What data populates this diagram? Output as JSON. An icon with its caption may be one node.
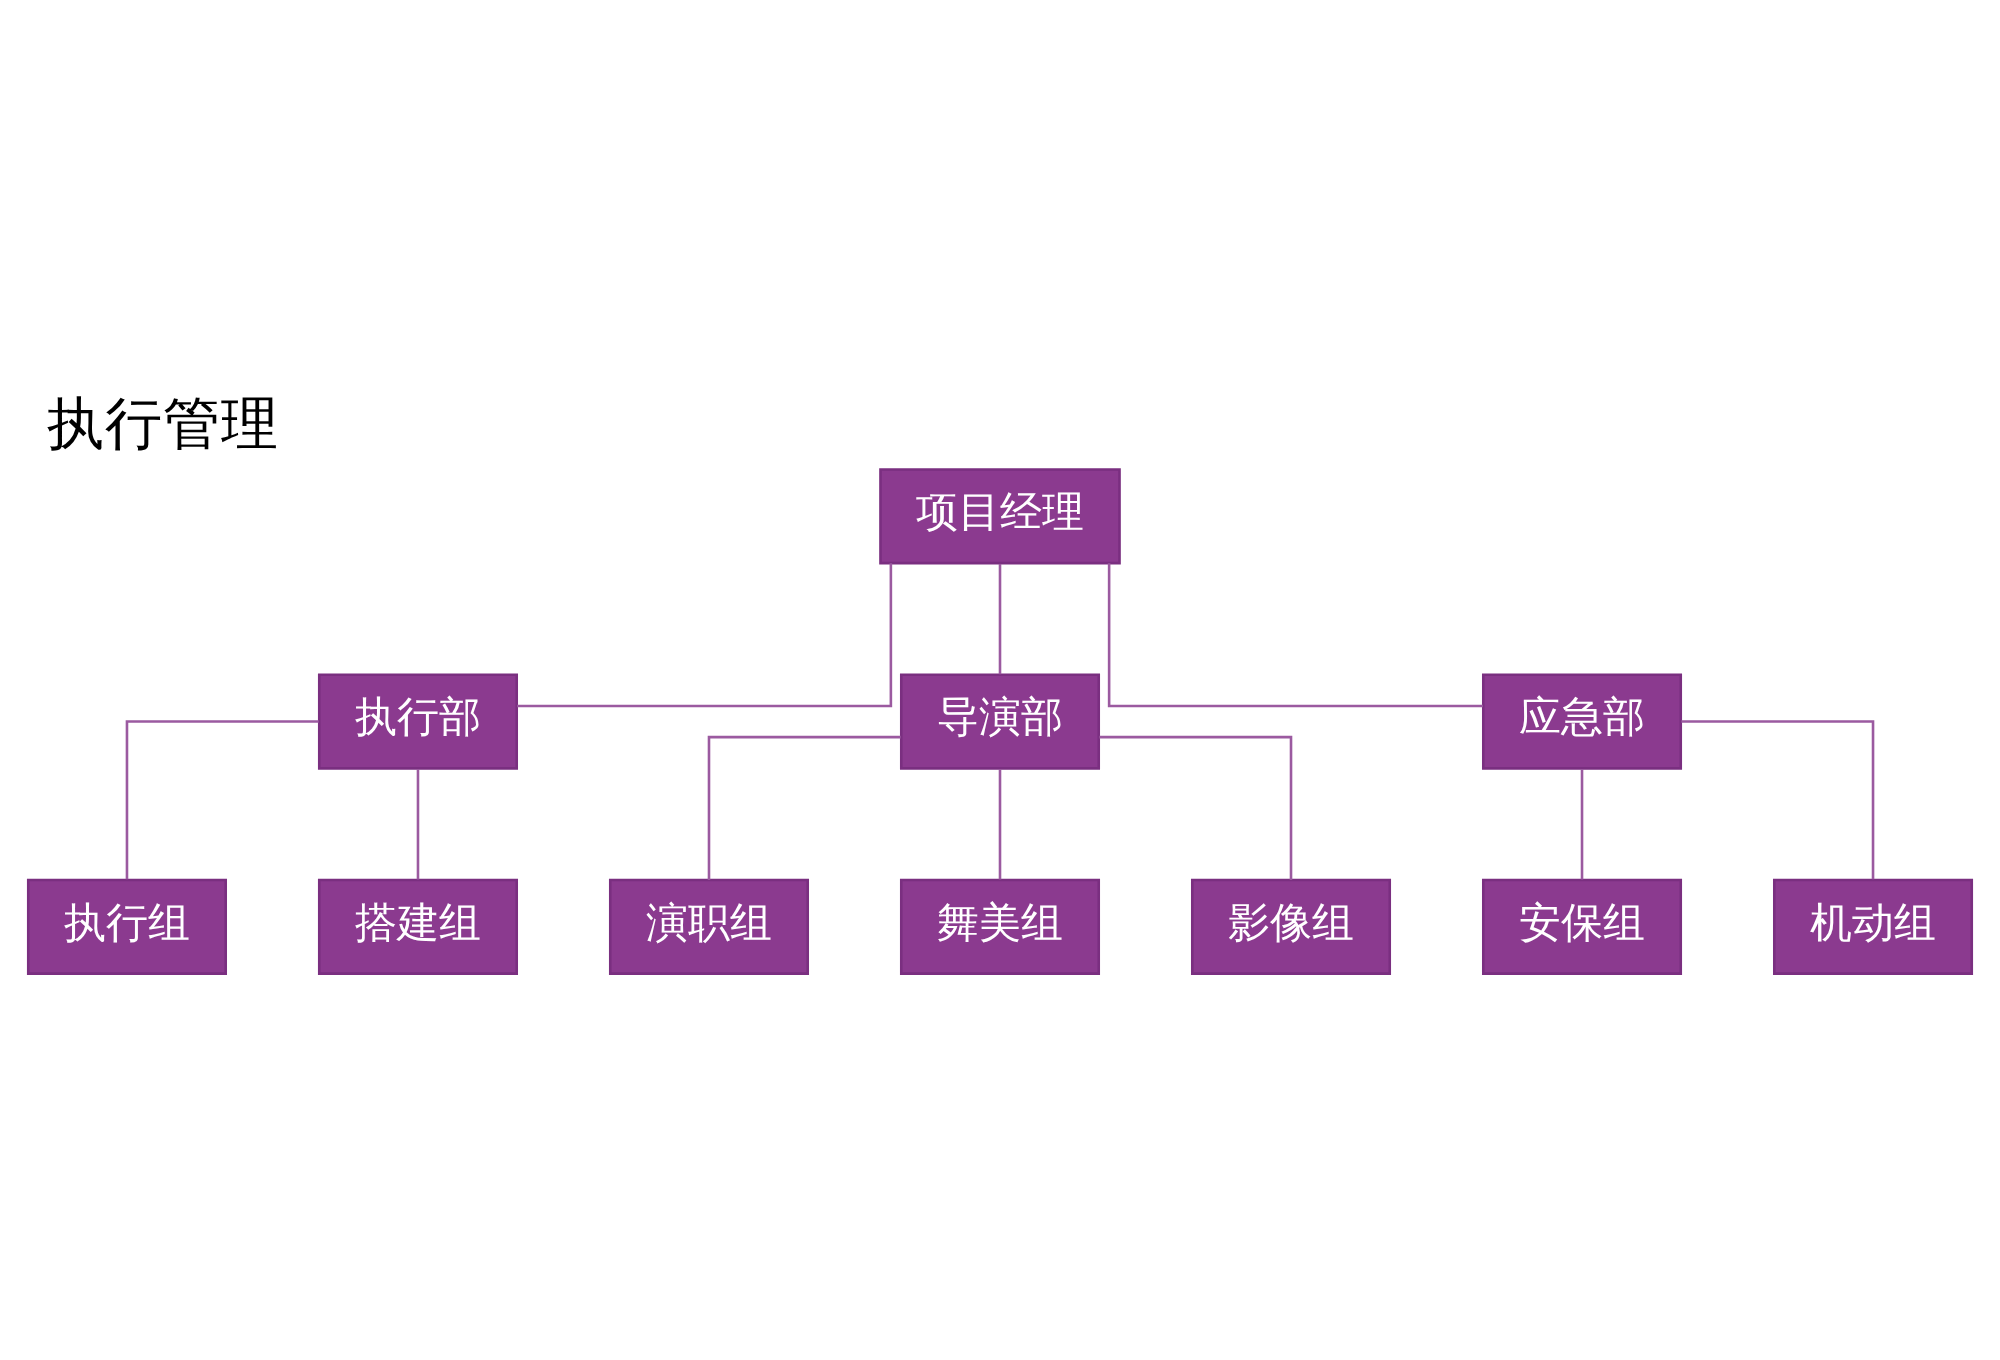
{
  "diagram": {
    "title": "执行管理",
    "nodes": [
      {
        "text": [
          "项目经理"
        ]
      },
      {
        "text": [
          "执行部"
        ]
      },
      {
        "text": [
          "导演部"
        ]
      },
      {
        "text": [
          "应急部"
        ]
      },
      {
        "text": [
          "执行组"
        ]
      },
      {
        "text": [
          "搭建组"
        ]
      },
      {
        "text": [
          "演职组"
        ]
      },
      {
        "text": [
          "舞美组"
        ]
      },
      {
        "text": [
          "影像组"
        ]
      },
      {
        "text": [
          "安保组"
        ]
      },
      {
        "text": [
          "机动组"
        ]
      }
    ],
    "edges": [
      {
        "from": 0,
        "to": 1,
        "arrow": "none"
      },
      {
        "from": 0,
        "to": 2,
        "arrow": "none"
      },
      {
        "from": 0,
        "to": 3,
        "arrow": "none"
      },
      {
        "from": 1,
        "to": 4,
        "arrow": "none"
      },
      {
        "from": 1,
        "to": 5,
        "arrow": "none"
      },
      {
        "from": 2,
        "to": 6,
        "arrow": "none"
      },
      {
        "from": 2,
        "to": 7,
        "arrow": "none"
      },
      {
        "from": 2,
        "to": 8,
        "arrow": "none"
      },
      {
        "from": 3,
        "to": 9,
        "arrow": "none"
      },
      {
        "from": 3,
        "to": 10,
        "arrow": "none"
      }
    ]
  }
}
